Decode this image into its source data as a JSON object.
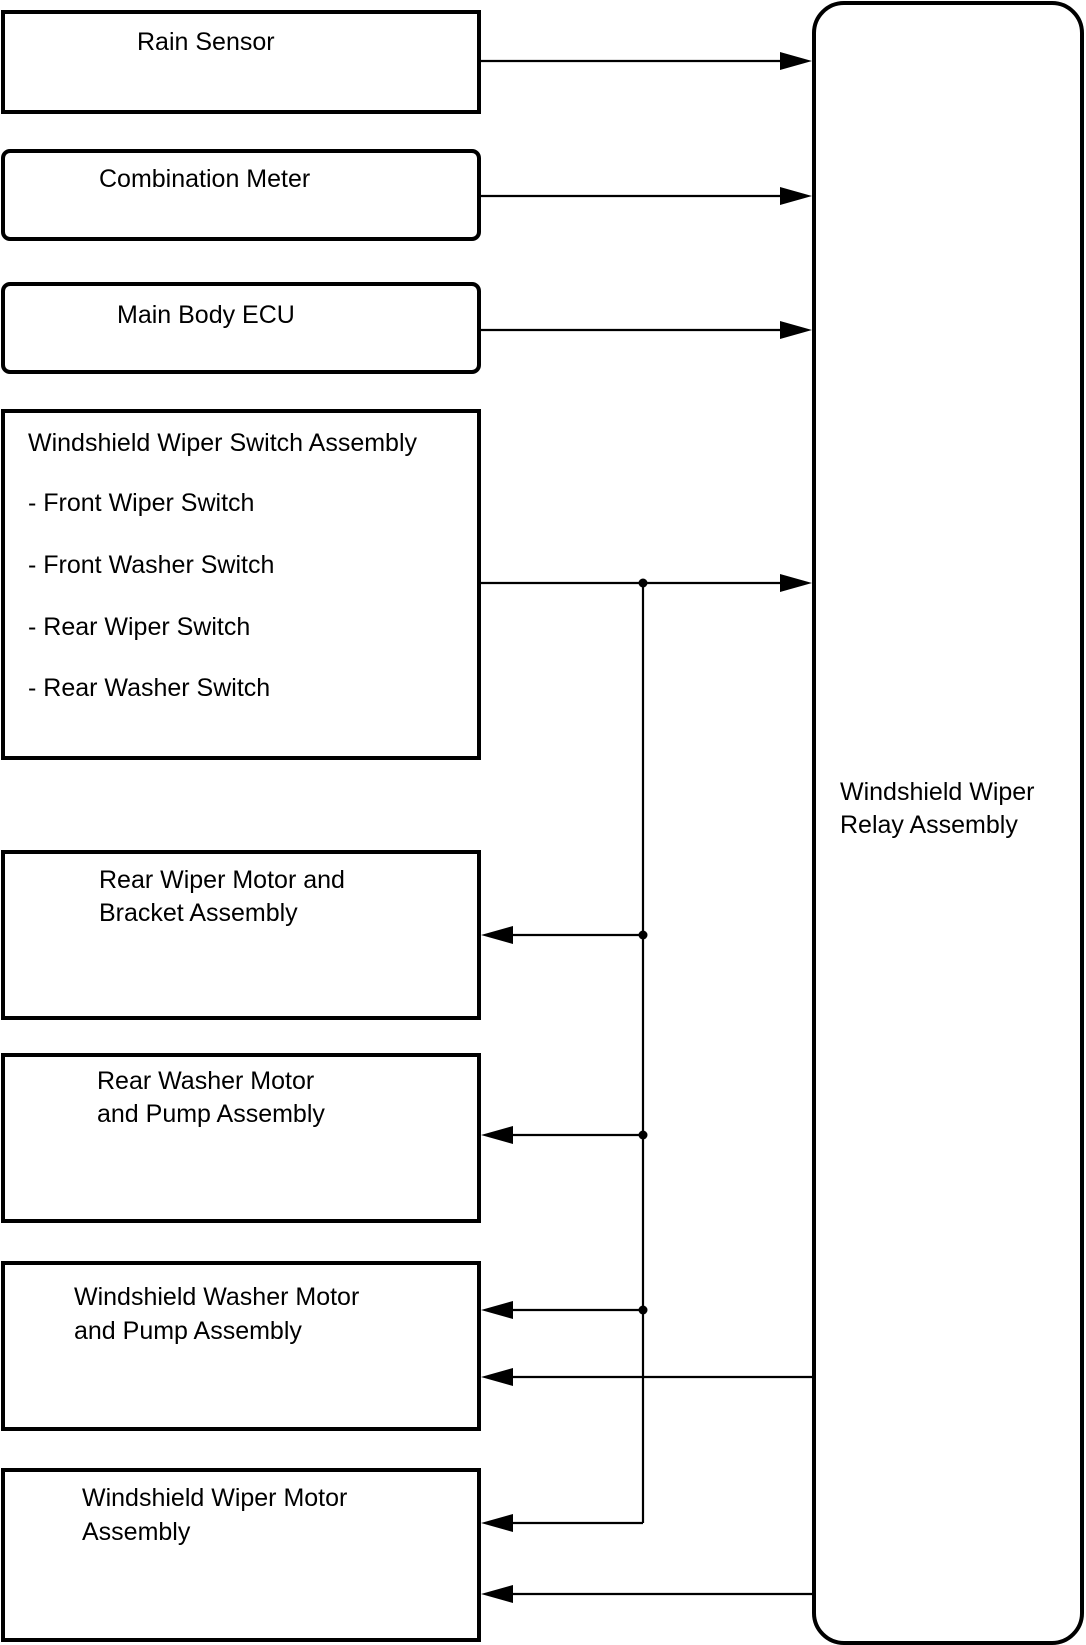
{
  "colors": {
    "line": "#000000",
    "background": "#ffffff"
  },
  "components": {
    "rain_sensor": "Rain Sensor",
    "combination_meter": "Combination Meter",
    "main_body_ecu": "Main Body ECU",
    "wiper_switch": {
      "title": "Windshield Wiper Switch Assembly",
      "items": [
        "- Front Wiper Switch",
        "- Front Washer Switch",
        "- Rear Wiper Switch",
        "- Rear Washer Switch"
      ]
    },
    "rear_wiper_motor": [
      "Rear Wiper Motor and",
      "Bracket Assembly"
    ],
    "rear_washer_motor": [
      "Rear Washer Motor",
      "and Pump Assembly"
    ],
    "windshield_washer_motor": [
      "Windshield Washer Motor",
      "and Pump Assembly"
    ],
    "windshield_wiper_motor": [
      "Windshield Wiper Motor",
      "Assembly"
    ],
    "relay": [
      "Windshield Wiper",
      "Relay Assembly"
    ]
  }
}
